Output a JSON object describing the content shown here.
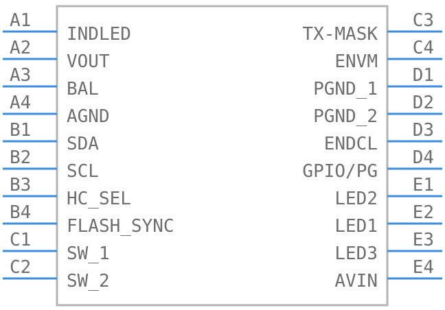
{
  "component": {
    "left_pins": [
      {
        "number": "A1",
        "name": "INDLED"
      },
      {
        "number": "A2",
        "name": "VOUT"
      },
      {
        "number": "A3",
        "name": "BAL"
      },
      {
        "number": "A4",
        "name": "AGND"
      },
      {
        "number": "B1",
        "name": "SDA"
      },
      {
        "number": "B2",
        "name": "SCL"
      },
      {
        "number": "B3",
        "name": "HC_SEL"
      },
      {
        "number": "B4",
        "name": "FLASH_SYNC"
      },
      {
        "number": "C1",
        "name": "SW_1"
      },
      {
        "number": "C2",
        "name": "SW_2"
      }
    ],
    "right_pins": [
      {
        "number": "C3",
        "name": "TX-MASK"
      },
      {
        "number": "C4",
        "name": "ENVM"
      },
      {
        "number": "D1",
        "name": "PGND_1"
      },
      {
        "number": "D2",
        "name": "PGND_2"
      },
      {
        "number": "D3",
        "name": "ENDCL"
      },
      {
        "number": "D4",
        "name": "GPIO/PG"
      },
      {
        "number": "E1",
        "name": "LED2"
      },
      {
        "number": "E2",
        "name": "LED1"
      },
      {
        "number": "E3",
        "name": "LED3"
      },
      {
        "number": "E4",
        "name": "AVIN"
      }
    ],
    "colors": {
      "pin_line": "#3b8ede",
      "body_outline": "#b4b4b4",
      "text": "#6e6e6e"
    }
  }
}
